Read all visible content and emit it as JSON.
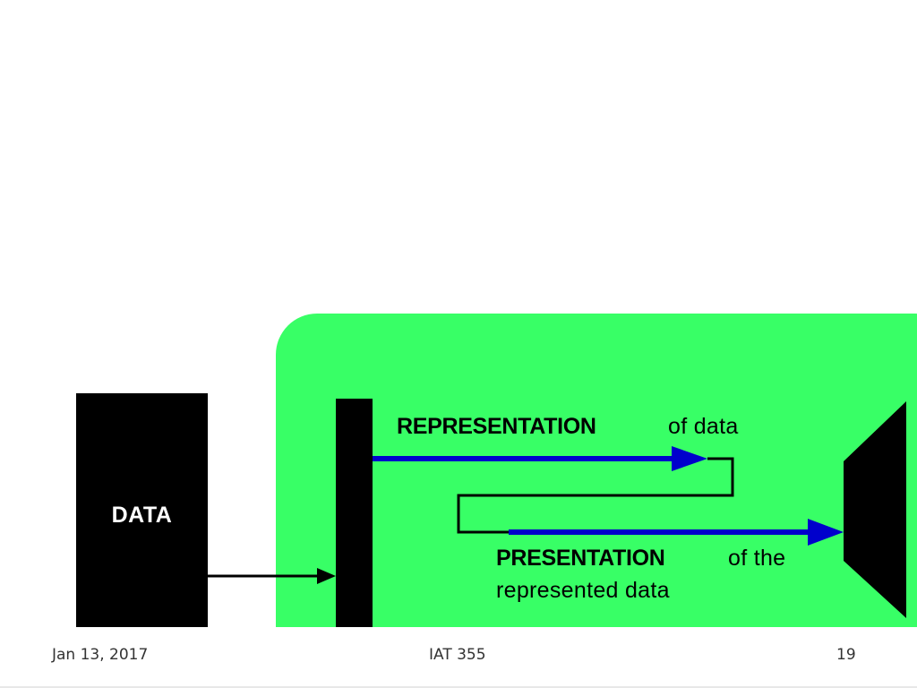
{
  "diagram": {
    "data_box_label": "DATA",
    "representation": {
      "term": "REPRESENTATION",
      "suffix": "of data"
    },
    "presentation": {
      "term": "PRESENTATION",
      "suffix": "of the",
      "line2": "represented data"
    },
    "colors": {
      "panel": "#38ff66",
      "arrow_primary": "#0000cc",
      "block": "#000000"
    }
  },
  "footer": {
    "date": "Jan 13, 2017",
    "course": "IAT 355",
    "page": "19"
  }
}
